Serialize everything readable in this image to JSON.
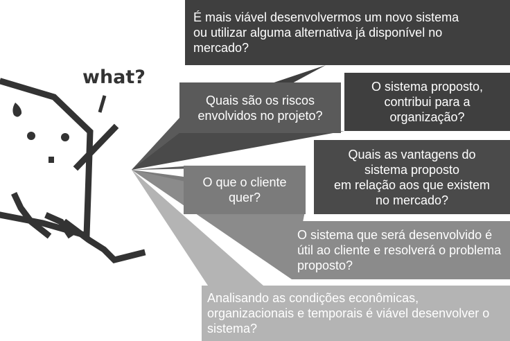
{
  "exclamation": "what?",
  "questions": [
    "É mais viável desenvolvermos um novo sistema\nou utilizar alguma alternativa já disponível no\nmercado?",
    "Quais são os riscos\nenvolvidos no projeto?",
    "O sistema proposto,\ncontribui para a\norganização?",
    "O que o cliente\nquer?",
    "Quais as vantagens do\nsistema proposto\nem relação aos que existem\nno mercado?",
    "O sistema que será desenvolvido é\nútil ao cliente e resolverá o problema\nproposto?",
    "Analisando as condições econômicas,\norganizacionais e temporais é viável desenvolver o\nsistema?"
  ],
  "colors": {
    "box1": "#3f3f3f",
    "box2": "#5a5a5a",
    "box3": "#3f3f3f",
    "box4": "#7b7b7b",
    "box5": "#4a4a4a",
    "box6": "#8b8b8b",
    "box7": "#b4b4b4",
    "character_outline": "#333333"
  }
}
